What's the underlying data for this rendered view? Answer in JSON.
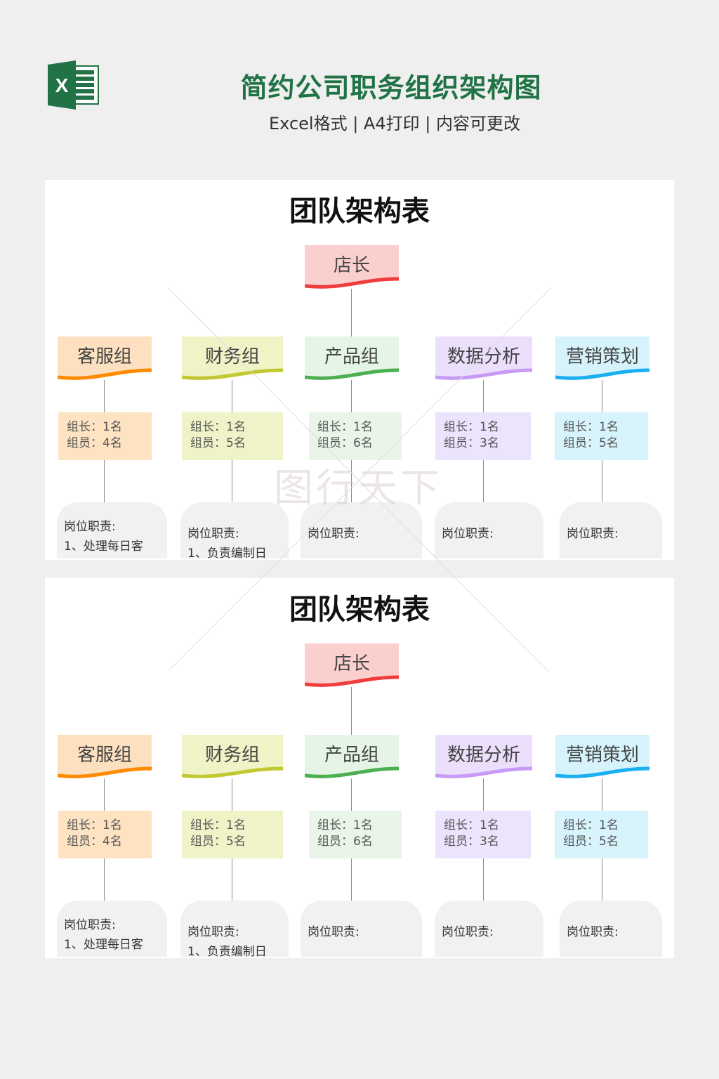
{
  "header": {
    "title": "简约公司职务组织架构图",
    "subtitle": "Excel格式 | A4打印 | 内容可更改",
    "logo_letter": "X"
  },
  "colors": {
    "brand": "#217346"
  },
  "chart": {
    "title": "团队架构表",
    "root": {
      "label": "店长",
      "bg": "#fccfcf",
      "accent": "#f03c3c"
    },
    "groups": [
      {
        "label": "客服组",
        "bg": "#fde0bf",
        "accent": "#ff8a00",
        "info_bg": "#fee3c3",
        "leader": "组长：1名",
        "members": "组员：4名",
        "duty_label": "岗位职责:",
        "duty_line": "1、处理每日客"
      },
      {
        "label": "财务组",
        "bg": "#eff3c6",
        "accent": "#c2c832",
        "info_bg": "#eff3c7",
        "leader": "组长：1名",
        "members": "组员：5名",
        "duty_label": "岗位职责:",
        "duty_line": "1、负责编制日"
      },
      {
        "label": "产品组",
        "bg": "#e5f5e5",
        "accent": "#4caf50",
        "info_bg": "#e8f5e8",
        "leader": "组长：1名",
        "members": "组员：6名",
        "duty_label": "岗位职责:",
        "duty_line": ""
      },
      {
        "label": "数据分析",
        "bg": "#ebdffc",
        "accent": "#c79af5",
        "info_bg": "#ece3fc",
        "leader": "组长：1名",
        "members": "组员：3名",
        "duty_label": "岗位职责:",
        "duty_line": ""
      },
      {
        "label": "营销策划",
        "bg": "#d6f3fc",
        "accent": "#19aff0",
        "info_bg": "#d7f3fc",
        "leader": "组长：1名",
        "members": "组员：5名",
        "duty_label": "岗位职责:",
        "duty_line": ""
      }
    ]
  },
  "watermark": "图行天下"
}
